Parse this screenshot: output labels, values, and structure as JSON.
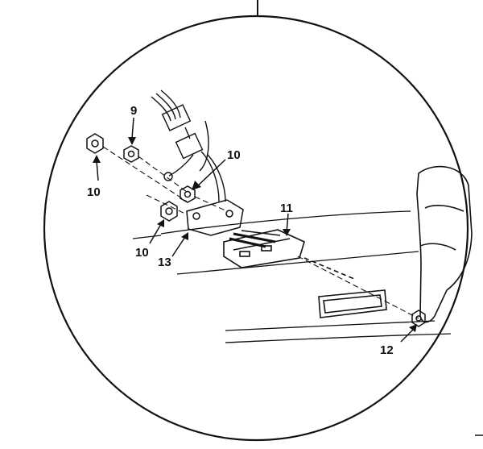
{
  "diagram": {
    "callouts": [
      {
        "id": "c9",
        "label": "9"
      },
      {
        "id": "c10a",
        "label": "10"
      },
      {
        "id": "c10b",
        "label": "10"
      },
      {
        "id": "c10c",
        "label": "10"
      },
      {
        "id": "c11",
        "label": "11"
      },
      {
        "id": "c12",
        "label": "12"
      },
      {
        "id": "c13",
        "label": "13"
      }
    ],
    "colors": {
      "ink": "#111111",
      "paper": "#ffffff"
    }
  }
}
